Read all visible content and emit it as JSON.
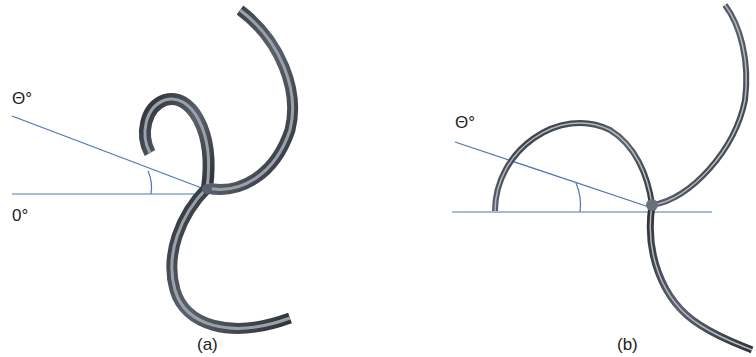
{
  "diagram": {
    "labels": [
      "Θ°",
      "0°",
      "(a)",
      "Θ°",
      "(b)"
    ]
  }
}
